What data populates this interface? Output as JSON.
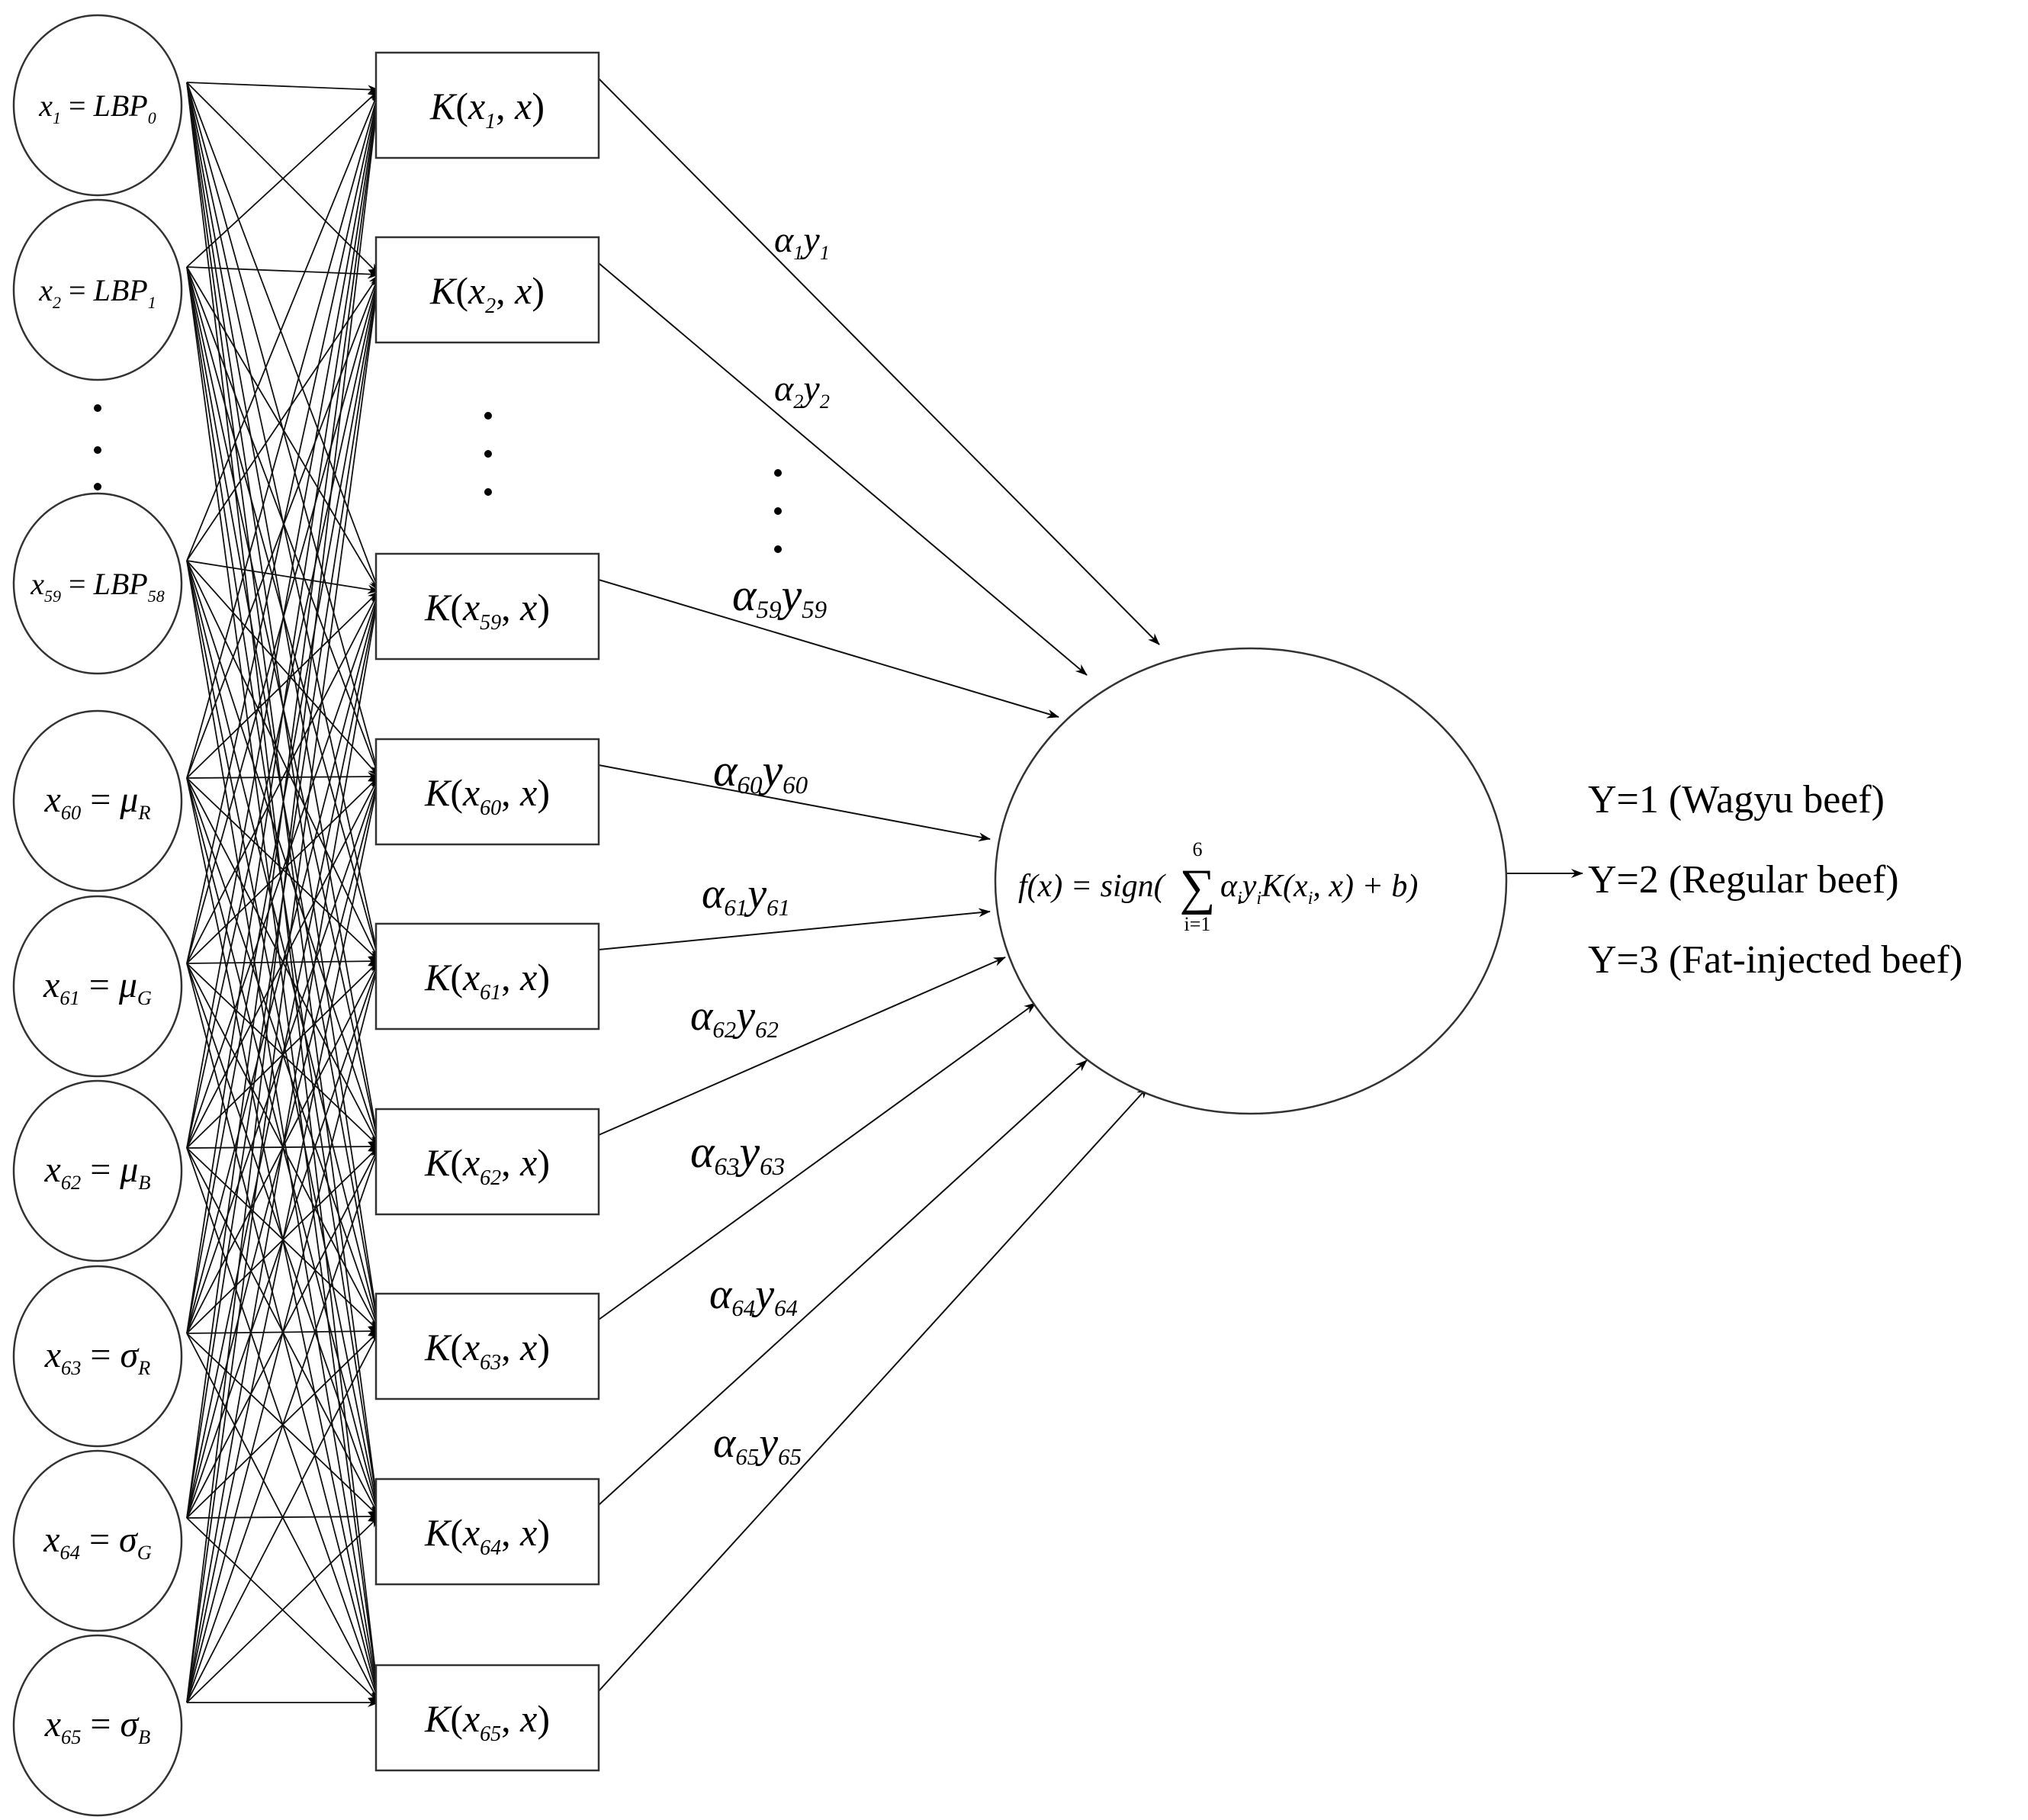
{
  "inputs": [
    {
      "var": "x",
      "sub": "1",
      "rhs": "LBP",
      "rhs_sub": "0"
    },
    {
      "var": "x",
      "sub": "2",
      "rhs": "LBP",
      "rhs_sub": "1"
    },
    {
      "var": "x",
      "sub": "59",
      "rhs": "LBP",
      "rhs_sub": "58"
    },
    {
      "var": "x",
      "sub": "60",
      "rhs": "μ",
      "rhs_sub": "R"
    },
    {
      "var": "x",
      "sub": "61",
      "rhs": "μ",
      "rhs_sub": "G"
    },
    {
      "var": "x",
      "sub": "62",
      "rhs": "μ",
      "rhs_sub": "B"
    },
    {
      "var": "x",
      "sub": "63",
      "rhs": "σ",
      "rhs_sub": "R"
    },
    {
      "var": "x",
      "sub": "64",
      "rhs": "σ",
      "rhs_sub": "G"
    },
    {
      "var": "x",
      "sub": "65",
      "rhs": "σ",
      "rhs_sub": "B"
    }
  ],
  "kernels": [
    {
      "sub": "1"
    },
    {
      "sub": "2"
    },
    {
      "sub": "59"
    },
    {
      "sub": "60"
    },
    {
      "sub": "61"
    },
    {
      "sub": "62"
    },
    {
      "sub": "63"
    },
    {
      "sub": "64"
    },
    {
      "sub": "65"
    }
  ],
  "weights": [
    {
      "sub": "1"
    },
    {
      "sub": "2"
    },
    {
      "sub": "59"
    },
    {
      "sub": "60"
    },
    {
      "sub": "61"
    },
    {
      "sub": "62"
    },
    {
      "sub": "63"
    },
    {
      "sub": "64"
    },
    {
      "sub": "65"
    }
  ],
  "output_node": {
    "lhs": "f(x) = sign(",
    "sum_upper": "6",
    "sum_lower": "i=1",
    "rhs": "α",
    "rhs_i": "i",
    "y": "y",
    "y_i": "i",
    "kernel": "K(x",
    "kernel_i": "i",
    "tail": ", x) + b)"
  },
  "outputs": [
    "Y=1 (Wagyu beef)",
    "Y=2 (Regular beef)",
    "Y=3 (Fat-injected beef)"
  ]
}
